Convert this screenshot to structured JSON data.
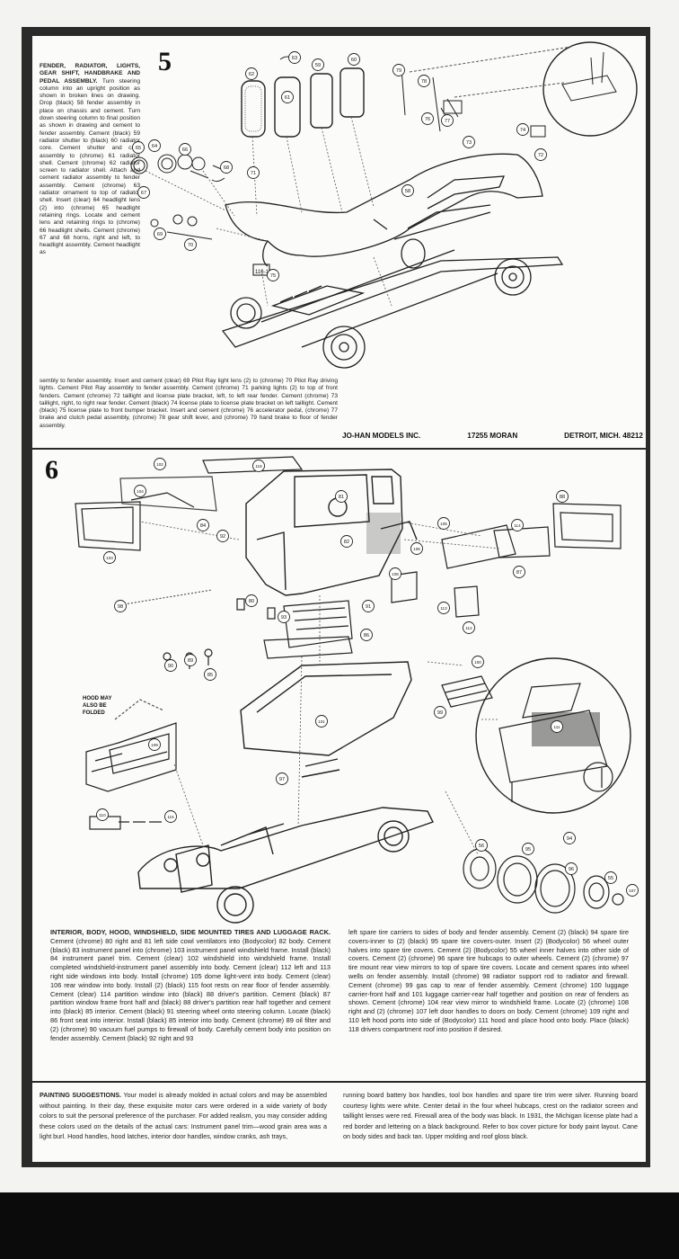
{
  "step5": {
    "number": "5",
    "heading": "FENDER, RADIATOR, LIGHTS, GEAR SHIFT, HANDBRAKE AND PEDAL ASSEMBLY.",
    "body": "Turn steering column into an upright position as shown in broken lines on drawing. Drop (black) 58 fender assembly in place on chassis and cement. Turn down steering column to final position as shown in drawing and cement to fender assembly. Cement (black) 59 radiator shutter to (black) 60 radiator core. Cement shutter and core assembly to (chrome) 61 radiator shell. Cement (chrome) 62 radiator screen to radiator shell. Attach and cement radiator assembly to fender assembly. Cement (chrome) 63 radiator ornament to top of radiator shell. Insert (clear) 64 headlight lens (2) into (chrome) 65 headlight retaining rings. Locate and cement lens and retaining rings to (chrome) 66 headlight shells. Cement (chrome) 67 and 68 horns, right and left, to headlight assembly. Cement headlight as",
    "body_continued": "sembly to fender assembly. Insert and cement (clear) 69 Pilot Ray light lens (2) to (chrome) 70 Pilot Ray driving lights. Cement Pilot Ray assembly to fender assembly. Cement (chrome) 71 parking lights (2) to top of front fenders. Cement (chrome) 72 taillight and license plate bracket, left, to left rear fender. Cement (chrome) 73 taillight, right, to right rear fender. Cement (black) 74 license plate to license plate bracket on left taillight. Cement (black) 75 license plate to front bumper bracket. Insert and cement (chrome) 76 accelerator pedal, (chrome) 77 brake and clutch pedal assembly, (chrome) 78 gear shift lever, and (chrome) 79 hand brake to floor of fender assembly.",
    "company": "JO-HAN MODELS INC.",
    "address": "17255 MORAN",
    "city": "DETROIT, MICH. 48212",
    "plate_text": "116-186"
  },
  "step6": {
    "number": "6",
    "hood_note": "HOOD MAY ALSO BE FOLDED",
    "heading": "INTERIOR, BODY, HOOD, WINDSHIELD, SIDE MOUNTED TIRES AND LUGGAGE RACK.",
    "body_left": "Cement (chrome) 80 right and 81 left side cowl ventilators into (Bodycolor) 82 body. Cement (black) 83 instrument panel into (chrome) 103 instrument panel windshield frame. Install (black) 84 instrument panel trim. Cement (clear) 102 windshield into windshield frame. Install completed windshield-instrument panel assembly into body. Cement (clear) 112 left and 113 right side windows into body. Install (chrome) 105 dome light-vent into body. Cement (clear) 106 rear window into body. Install (2) (black) 115 foot rests on rear floor of fender assembly. Cement (clear) 114 partition window into (black) 88 driver's partition. Cement (black) 87 partition window frame front half and (black) 88 driver's partition rear half together and cement into (black) 85 interior. Cement (black) 91 steering wheel onto steering column. Locate (black) 86 front seat into interior. Install (black) 85 interior into body. Cement (chrome) 89 oil filter and (2) (chrome) 90 vacuum fuel pumps to firewall of body. Carefully cement body into position on fender assembly. Cement (black) 92 right and 93",
    "body_right": "left spare tire carriers to sides of body and fender assembly. Cement (2) (black) 94 spare tire covers-inner to (2) (black) 95 spare tire covers-outer. Insert (2) (Bodycolor) 56 wheel outer halves into spare tire covers. Cement (2) (Bodycolor) 55 wheel inner halves into other side of covers. Cement (2) (chrome) 96 spare tire hubcaps to outer wheels. Cement (2) (chrome) 97 tire mount rear view mirrors to top of spare tire covers. Locate and cement spares into wheel wells on fender assembly. Install (chrome) 98 radiator support rod to radiator and firewall. Cement (chrome) 99 gas cap to rear of fender assembly. Cement (chrome) 100 luggage carrier-front half and 101 luggage carrier-rear half together and position on rear of fenders as shown. Cement (chrome) 104 rear view mirror to windshield frame. Locate (2) (chrome) 108 right and (2) (chrome) 107 left door handles to doors on body. Cement (chrome) 109 right and 110 left hood ports into side of (Bodycolor) 111 hood and place hood onto body. Place (black) 118 drivers compartment roof into position if desired."
  },
  "paint": {
    "heading": "PAINTING SUGGESTIONS.",
    "body_left": "Your model is already molded in actual colors and may be assembled without painting. In their day, these exquisite motor cars were ordered in a wide variety of body colors to suit the personal preference of the purchaser. For added realism, you may consider adding these colors used on the details of the actual cars: Instrument panel trim—wood grain area was a light burl. Hood handles, hood latches, interior door handles, window cranks, ash trays,",
    "body_right": "running board battery box handles, tool box handles and spare tire trim were silver. Running board courtesy lights were white. Center detail in the four wheel hubcaps, crest on the radiator screen and taillight lenses were red. Firewall area of the body was black. In 1931, the Michigan license plate had a red border and lettering on a black background. Refer to box cover picture for body paint layout. Cane on body sides and back tan. Upper molding and roof gloss black."
  },
  "callouts5": [
    "62",
    "63",
    "59",
    "60",
    "61",
    "79",
    "78",
    "76",
    "77",
    "65",
    "64",
    "66",
    "67",
    "68",
    "71",
    "70",
    "69",
    "72",
    "73",
    "74",
    "75",
    "58"
  ],
  "callouts6": [
    "102",
    "104",
    "103",
    "84",
    "118",
    "81",
    "82",
    "92",
    "98",
    "80",
    "91",
    "93",
    "105",
    "108",
    "106",
    "114",
    "88",
    "87",
    "112",
    "113",
    "86",
    "90",
    "89",
    "85",
    "101",
    "100",
    "99",
    "111",
    "109",
    "110",
    "115",
    "97",
    "94",
    "95",
    "96",
    "55",
    "56",
    "107"
  ]
}
